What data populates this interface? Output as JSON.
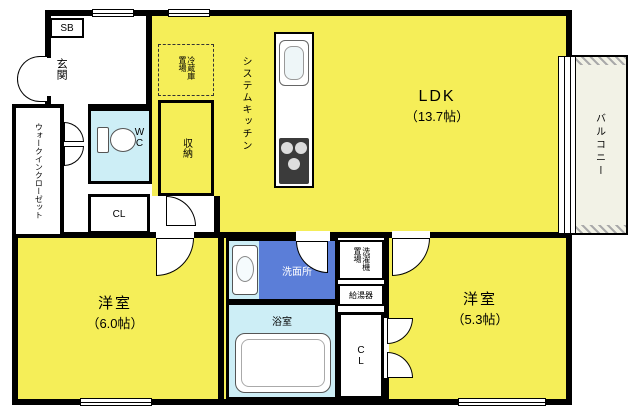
{
  "plan": {
    "ldk": {
      "label": "LDK",
      "size": "（13.7帖）"
    },
    "balcony": {
      "label": "バルコニー"
    },
    "entrance": {
      "label": "玄関"
    },
    "shoe_box": {
      "label": "SB"
    },
    "walk_in_closet": {
      "label": "ウォークインクローゼット"
    },
    "wc": {
      "label": "WC"
    },
    "storage": {
      "label": "収納"
    },
    "closet_hall": {
      "label": "CL"
    },
    "fridge_space": {
      "label": "冷蔵庫置場"
    },
    "system_kitchen": {
      "label": "システムキッチン"
    },
    "western_room_1": {
      "label": "洋室",
      "size": "（6.0帖）"
    },
    "washroom": {
      "label": "洗面所"
    },
    "washer_space": {
      "label": "洗濯機置場"
    },
    "water_heater": {
      "label": "給湯器"
    },
    "bathroom": {
      "label": "浴室"
    },
    "western_room_2": {
      "label": "洋室",
      "size": "（5.3帖）"
    },
    "closet_2": {
      "label": "CL"
    }
  },
  "colors": {
    "room_yellow": "#f5ee58",
    "wet_area_cyan": "#cdeef6",
    "washroom_blue": "#5b7ed8",
    "wall_black": "#000000",
    "balcony_beige": "#f2f2e6"
  }
}
